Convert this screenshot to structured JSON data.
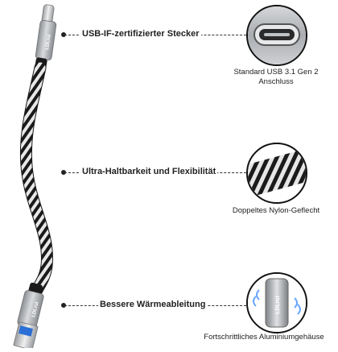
{
  "brand_logo": "LDLrui",
  "features": [
    {
      "label": "USB-IF-zertifizierter Stecker",
      "caption_line1": "Standard USB 3.1 Gen 2",
      "caption_line2": "Anschluss",
      "icon": "usb-c-plug-closeup"
    },
    {
      "label": "Ultra-Haltbarkeit und Flexibilität",
      "caption_line1": "Doppeltes Nylon-Geflecht",
      "caption_line2": "",
      "icon": "braided-nylon-closeup"
    },
    {
      "label": "Bessere Wärmeableitung",
      "caption_line1": "Fortschrittliches Aluminiumgehäuse",
      "caption_line2": "",
      "icon": "aluminium-housing-closeup"
    }
  ],
  "colors": {
    "braid_dark": "#1a1a1a",
    "braid_light": "#e8e8e8",
    "aluminium": "#b9bcc0",
    "usb_blue": "#2b6fd6"
  }
}
